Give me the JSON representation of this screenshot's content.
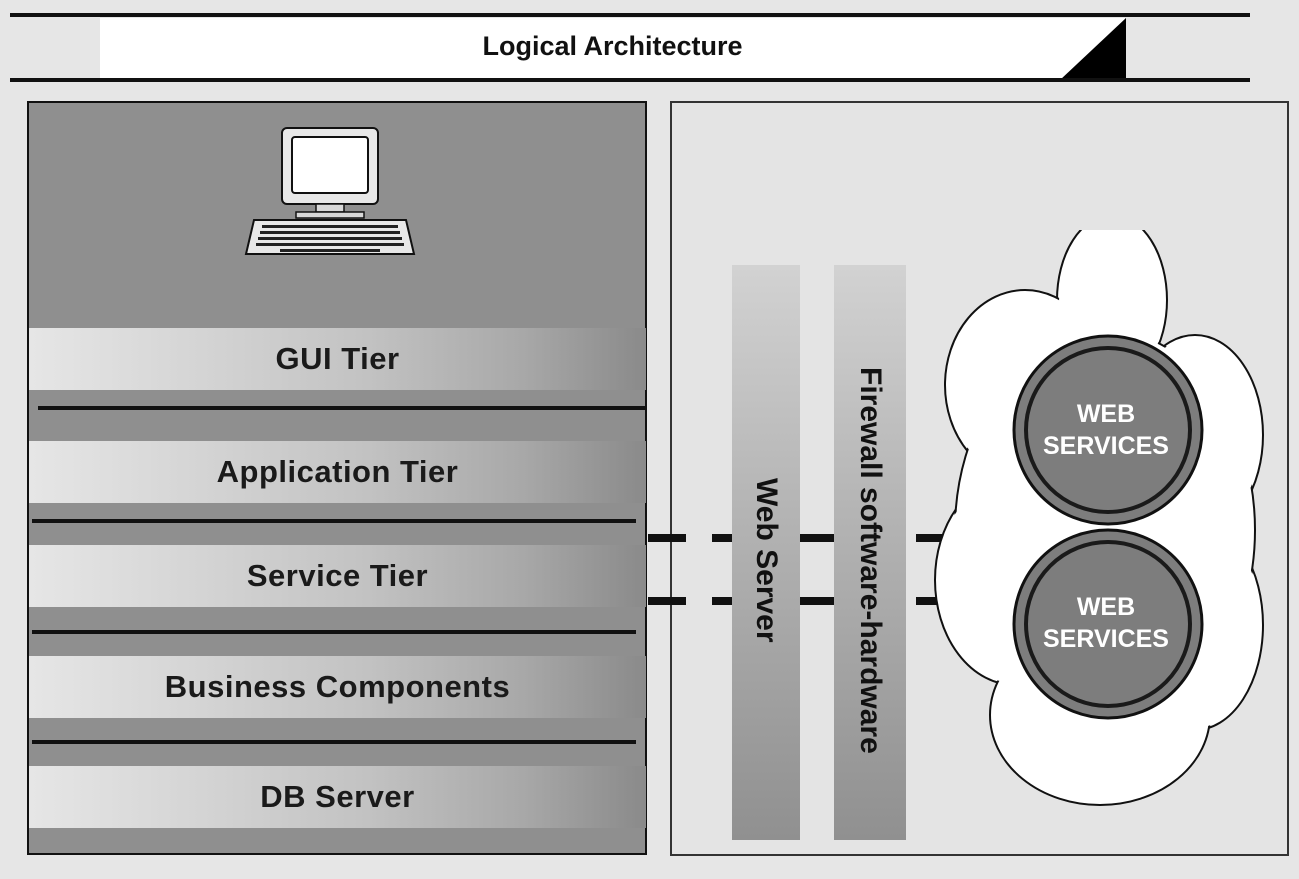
{
  "title": "Logical Architecture",
  "tiers": [
    "GUI Tier",
    "Application Tier",
    "Service Tier",
    "Business Components",
    "DB Server"
  ],
  "web_server_label": "Web Server",
  "firewall_label": "Firewall software-hardware",
  "web_services": [
    {
      "line1": "WEB",
      "line2": "SERVICES"
    },
    {
      "line1": "WEB",
      "line2": "SERVICES"
    }
  ],
  "icons": [
    "computer-icon",
    "keyboard-icon",
    "cloud-icon"
  ]
}
